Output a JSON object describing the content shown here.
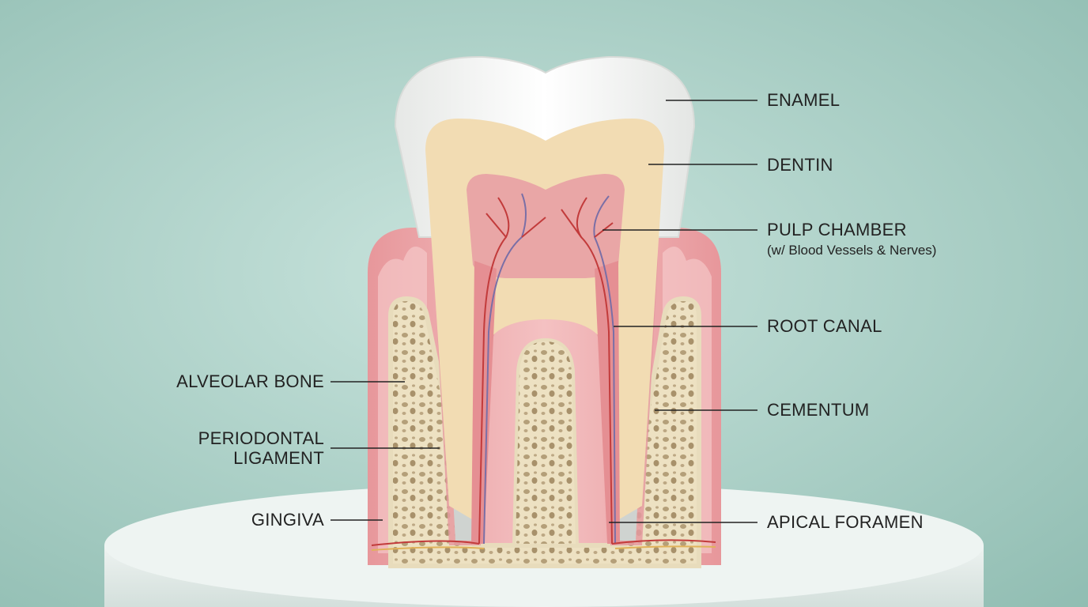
{
  "colors": {
    "background": "#b9d9d1",
    "enamel": "#f4f4f2",
    "dentin": "#f2dcb3",
    "pulp": "#e9a6a6",
    "gingiva": "#eaa4a6",
    "bone": "#efe4c6",
    "leader_line": "#222222"
  },
  "labels": {
    "enamel": "ENAMEL",
    "dentin": "DENTIN",
    "pulp_chamber": "PULP CHAMBER",
    "pulp_chamber_sub": "(w/ Blood Vessels & Nerves)",
    "root_canal": "ROOT CANAL",
    "cementum": "CEMENTUM",
    "apical_foramen": "APICAL FORAMEN",
    "alveolar_bone": "ALVEOLAR BONE",
    "periodontal_line1": "PERIODONTAL",
    "periodontal_line2": "LIGAMENT",
    "gingiva": "GINGIVA"
  }
}
